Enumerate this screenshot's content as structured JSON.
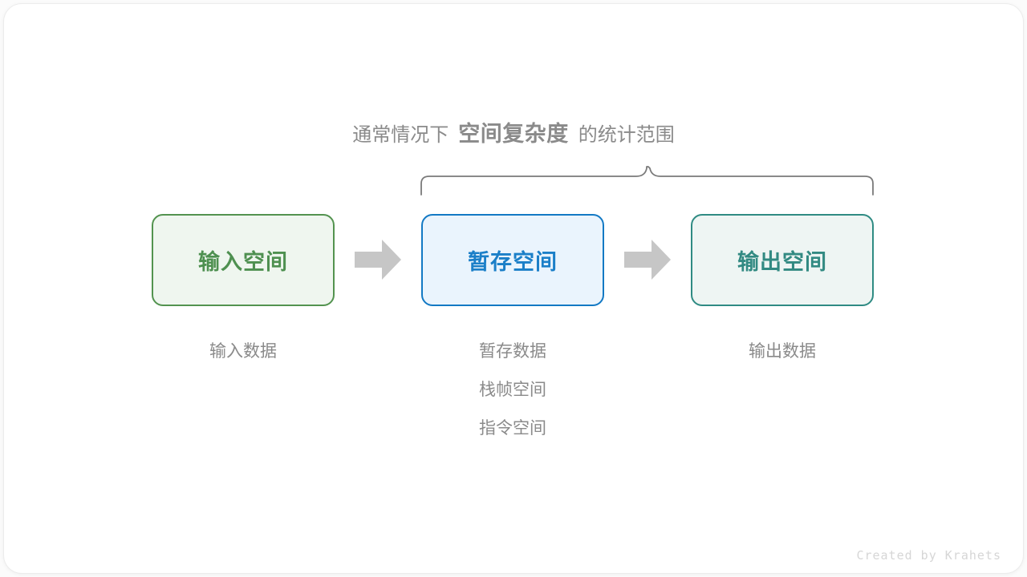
{
  "canvas": {
    "background": "#ffffff",
    "card_background": "#ffffff"
  },
  "heading": {
    "prefix": "通常情况下",
    "emphasis": "空间复杂度",
    "suffix": "的统计范围",
    "color": "#8a8a8a"
  },
  "brace": {
    "name": "scope-brace",
    "color": "#7a7a7a",
    "spans_boxes": [
      "暂存空间",
      "输出空间"
    ]
  },
  "flow": {
    "boxes": [
      {
        "id": "input-space",
        "label": "输入空间",
        "fill": "#eff6ef",
        "border": "#53934f",
        "text_color": "#4e9050"
      },
      {
        "id": "temp-space",
        "label": "暂存空间",
        "fill": "#eaf4fd",
        "border": "#1379c4",
        "text_color": "#1b7fc8"
      },
      {
        "id": "output-space",
        "label": "输出空间",
        "fill": "#eef5f3",
        "border": "#2f8b83",
        "text_color": "#328a82"
      }
    ],
    "arrows": [
      {
        "id": "arrow-input-to-temp",
        "icon": "right-arrow-icon",
        "color": "#c6c6c6"
      },
      {
        "id": "arrow-temp-to-output",
        "icon": "right-arrow-icon",
        "color": "#c6c6c6"
      }
    ]
  },
  "captions": {
    "color": "#8a8a8a",
    "input": [
      "输入数据"
    ],
    "temp": [
      "暂存数据",
      "栈帧空间",
      "指令空间"
    ],
    "output": [
      "输出数据"
    ]
  },
  "watermark": {
    "text": "Created by Krahets",
    "color": "#d6d6d6"
  }
}
